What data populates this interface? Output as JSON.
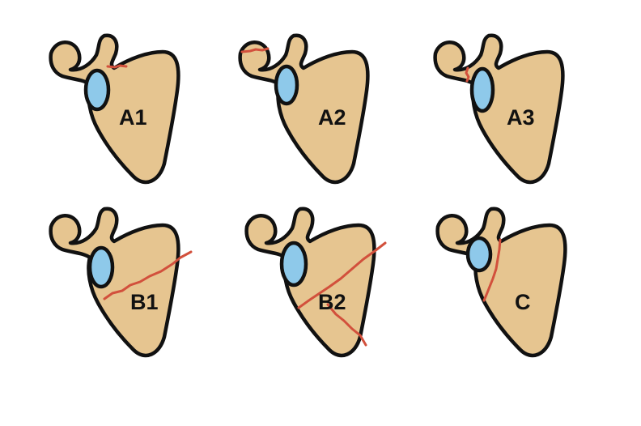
{
  "panels": [
    {
      "id": "a1",
      "label": "A1"
    },
    {
      "id": "a2",
      "label": "A2"
    },
    {
      "id": "a3",
      "label": "A3"
    },
    {
      "id": "b1",
      "label": "B1"
    },
    {
      "id": "b2",
      "label": "B2"
    },
    {
      "id": "c",
      "label": "C"
    }
  ],
  "colors": {
    "bone": "#e6c590",
    "glenoid": "#8ec9ea",
    "fracture": "#d2503c",
    "outline": "#111111"
  }
}
